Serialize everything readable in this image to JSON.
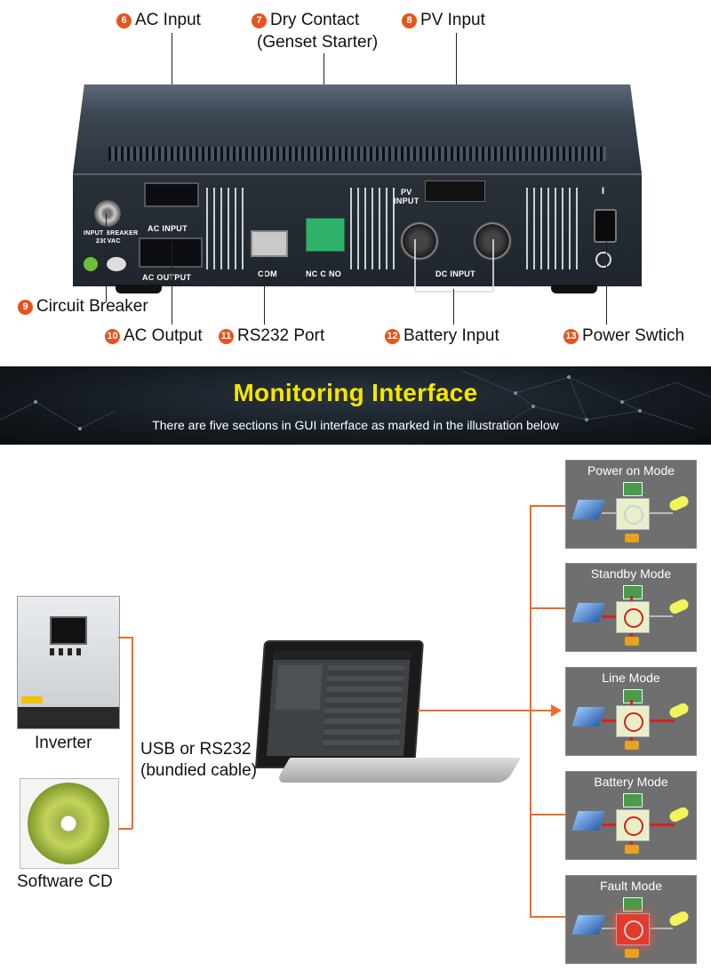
{
  "callouts": {
    "ac_input": {
      "num": "6",
      "label": "AC Input"
    },
    "dry_contact": {
      "num": "7",
      "label": "Dry Contact",
      "label2": "(Genset Starter)"
    },
    "pv_input": {
      "num": "8",
      "label": "PV Input"
    },
    "circuit_breaker": {
      "num": "9",
      "label": "Circuit Breaker"
    },
    "ac_output": {
      "num": "10",
      "label": "AC Output"
    },
    "rs232_port": {
      "num": "11",
      "label": "RS232 Port"
    },
    "battery_input": {
      "num": "12",
      "label": "Battery Input"
    },
    "power_switch": {
      "num": "13",
      "label": "Power Swtich"
    }
  },
  "device_labels": {
    "input_breaker": "INPUT BREAKER",
    "input_breaker_voltage": "230VAC",
    "ac_input": "AC   INPUT",
    "ac_output": "AC  OUTPUT",
    "com": "COM",
    "dry_contact": "NC C NO",
    "pv_input_line1": "PV",
    "pv_input_line2": "INPUT",
    "dc_input": "DC  INPUT",
    "switch_on": "I"
  },
  "banner": {
    "title": "Monitoring Interface",
    "subtitle": "There are five sections in GUI interface as marked in the illustration below"
  },
  "diagram": {
    "inverter_label": "Inverter",
    "software_label": "Software CD",
    "connection_line1": "USB or RS232",
    "connection_line2": "(bundied cable)"
  },
  "modes": [
    {
      "title": "Power on Mode"
    },
    {
      "title": "Standby Mode"
    },
    {
      "title": "Line Mode"
    },
    {
      "title": "Battery Mode"
    },
    {
      "title": "Fault Mode"
    }
  ],
  "colors": {
    "accent_orange": "#f06a2a",
    "number_badge": "#e8531c",
    "banner_title": "#f5e600",
    "flow_red": "#d72020"
  }
}
